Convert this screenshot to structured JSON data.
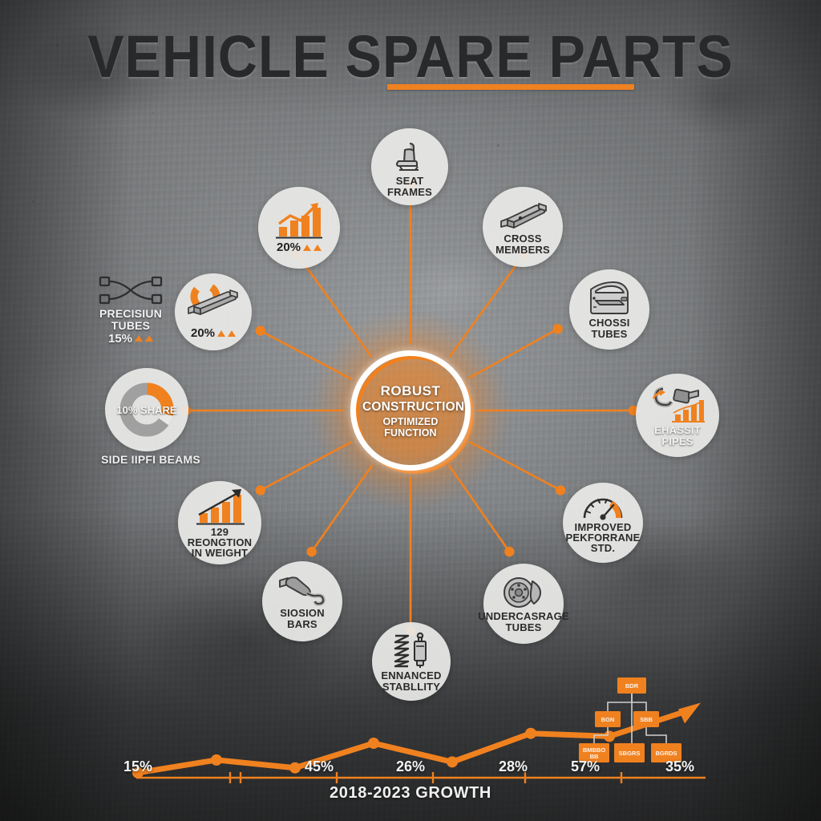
{
  "header": {
    "title": "VEHICLE SPARE PARTS"
  },
  "hub": {
    "line1": "ROBUST",
    "line2": "CONSTRUCTION",
    "line3": "OPTIMIZED FUNCTION"
  },
  "colors": {
    "accent": "#f0811f",
    "background": "#8d9093",
    "node_fill": "#e9e9e7",
    "title": "#27292b",
    "text_light": "#f2f2f2"
  },
  "nodes": [
    {
      "id": "seat-frames",
      "label": "SEAT FRAMES",
      "icon": "car-seat-icon",
      "stat": ""
    },
    {
      "id": "growth-20",
      "label": "",
      "icon": "bar-chart-up-icon",
      "stat": "20%"
    },
    {
      "id": "cross-members",
      "label": "CROSS MEMBERS",
      "icon": "cross-beam-icon",
      "stat": ""
    },
    {
      "id": "chossi-tubes",
      "label": "CHOSSI TUBES",
      "icon": "car-door-icon",
      "stat": ""
    },
    {
      "id": "ehassit-pipes",
      "label": "EHASSIT PIPES",
      "icon": "exhaust-pipe-icon",
      "stat": ""
    },
    {
      "id": "improved-perf",
      "label": "IMPROVED PEKFORRANE STD.",
      "icon": "gauge-icon",
      "stat": ""
    },
    {
      "id": "undercasrage-tubes",
      "label": "UNDERCASRAGE TUBES",
      "icon": "brake-disc-icon",
      "stat": ""
    },
    {
      "id": "ennanced-stability",
      "label": "ENNANCED STABLLITY",
      "icon": "coil-shock-icon",
      "stat": ""
    },
    {
      "id": "siosion-bars",
      "label": "SIOSION BARS",
      "icon": "muffler-icon",
      "stat": ""
    },
    {
      "id": "weight-reduction",
      "label": "129 REONGTION IN WEIGHT",
      "icon": "bar-chart-arrow-icon",
      "stat": ""
    },
    {
      "id": "side-impact-beams",
      "label": "SIDE IIPFI BEAMS",
      "icon": "donut-chart-icon",
      "stat": "10% SHARE"
    },
    {
      "id": "beam-20",
      "label": "",
      "icon": "beam-donut-icon",
      "stat": "20%"
    },
    {
      "id": "precisiun-tubes",
      "label": "PRECISIUN TUBES",
      "icon": "crossed-tubes-icon",
      "stat": "15%"
    }
  ],
  "chart_data": {
    "type": "line",
    "title": "",
    "xlabel": "2018-2023 GROWTH",
    "ylabel": "",
    "x": [
      0,
      1,
      2,
      3,
      4,
      5,
      6,
      7
    ],
    "values": [
      15,
      28,
      20,
      45,
      26,
      55,
      52,
      78
    ],
    "point_labels": [
      "15%",
      "45%",
      "26%",
      "28%",
      "57%",
      "35%"
    ],
    "point_label_x": [
      172,
      398,
      512,
      640,
      730,
      848
    ],
    "axis_label": "2018-2023 GROWTH",
    "grid": false,
    "legend": "none",
    "line_color": "#f0811f"
  },
  "org_chart": {
    "title": "",
    "nodes": [
      {
        "level": 0,
        "label": "BDR"
      },
      {
        "level": 1,
        "label": "BGN"
      },
      {
        "level": 1,
        "label": "SBB"
      },
      {
        "level": 2,
        "label": "BMBBO BB"
      },
      {
        "level": 2,
        "label": "SBGRS"
      },
      {
        "level": 2,
        "label": "BGRDS"
      }
    ]
  },
  "stat_badges": {
    "growth_20": "20%",
    "beam_20": "20%",
    "precision_15": "15%",
    "share_10": "10% SHARE"
  }
}
